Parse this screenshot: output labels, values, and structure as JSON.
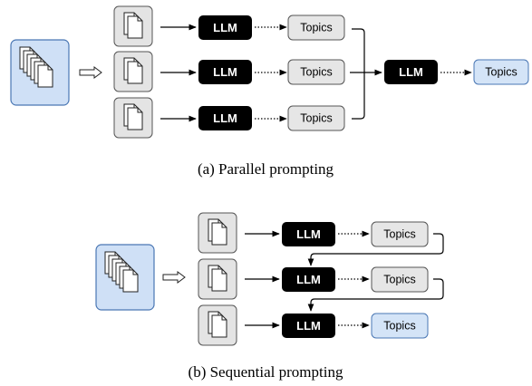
{
  "llm_label": "LLM",
  "topics_label": "Topics",
  "caption_parallel": "(a) Parallel prompting",
  "caption_sequential": "(b) Sequential prompting",
  "colors": {
    "doc_stack_fill": "#cfe0f6",
    "doc_stack_stroke": "#4a77b4",
    "doc_chunk_fill": "#e4e4e4",
    "doc_chunk_stroke": "#555555",
    "llm_fill": "#000000",
    "topics_fill": "#e6e6e6",
    "topics_final_fill": "#d4e4f7",
    "arrow": "#000000"
  }
}
